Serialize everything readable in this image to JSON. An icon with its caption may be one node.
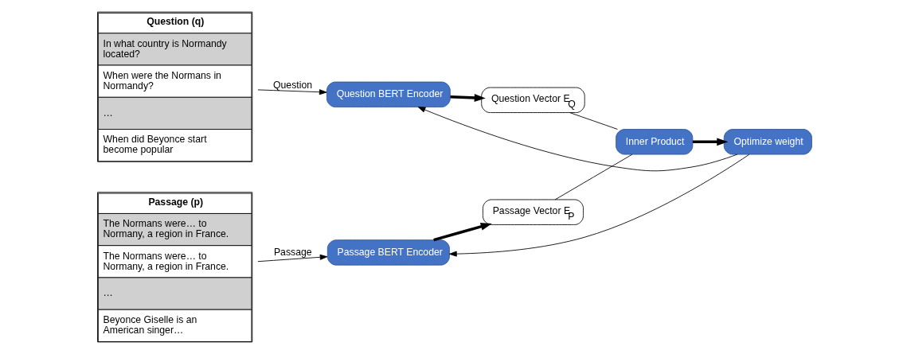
{
  "diagram": {
    "nodes": [
      {
        "text": [
          "Question (q)",
          "In what country is Normandy located?",
          "When were the Normans in Normandy?",
          "…",
          "When did Beyonce start become popular"
        ]
      },
      {
        "text": [
          "Passage (p)",
          "The Normans were… to Normany, a region in France.",
          "The Normans were… to Normany, a region in France.",
          "…",
          "Beyonce Giselle is an American singer…"
        ]
      },
      {
        "text": [
          "Passage BERT Encoder"
        ]
      },
      {
        "text": [
          "Passage Vector E$_{P}$"
        ]
      },
      {
        "text": [
          "Question BERT Encoder"
        ]
      },
      {
        "text": [
          "Question Vector E$_{Q}$"
        ]
      },
      {
        "text": [
          "Inner Product"
        ]
      },
      {
        "text": [
          "Optimize weight"
        ]
      }
    ],
    "edges": [
      {
        "from": 1,
        "to": 2,
        "arrow": "to",
        "label": "Passage"
      },
      {
        "from": 0,
        "to": 4,
        "arrow": "to",
        "label": "Question"
      },
      {
        "from": 2,
        "to": 3,
        "arrow": "to",
        "style": "thick"
      },
      {
        "from": 4,
        "to": 5,
        "arrow": "to",
        "style": "thick"
      },
      {
        "from": 3,
        "to": 6,
        "arrow": "none"
      },
      {
        "from": 5,
        "to": 6,
        "arrow": "none"
      },
      {
        "from": 6,
        "to": 7,
        "arrow": "to",
        "style": "thick"
      },
      {
        "from": 7,
        "to": 2,
        "arrow": "to"
      },
      {
        "from": 7,
        "to": 4,
        "arrow": "to"
      }
    ]
  }
}
